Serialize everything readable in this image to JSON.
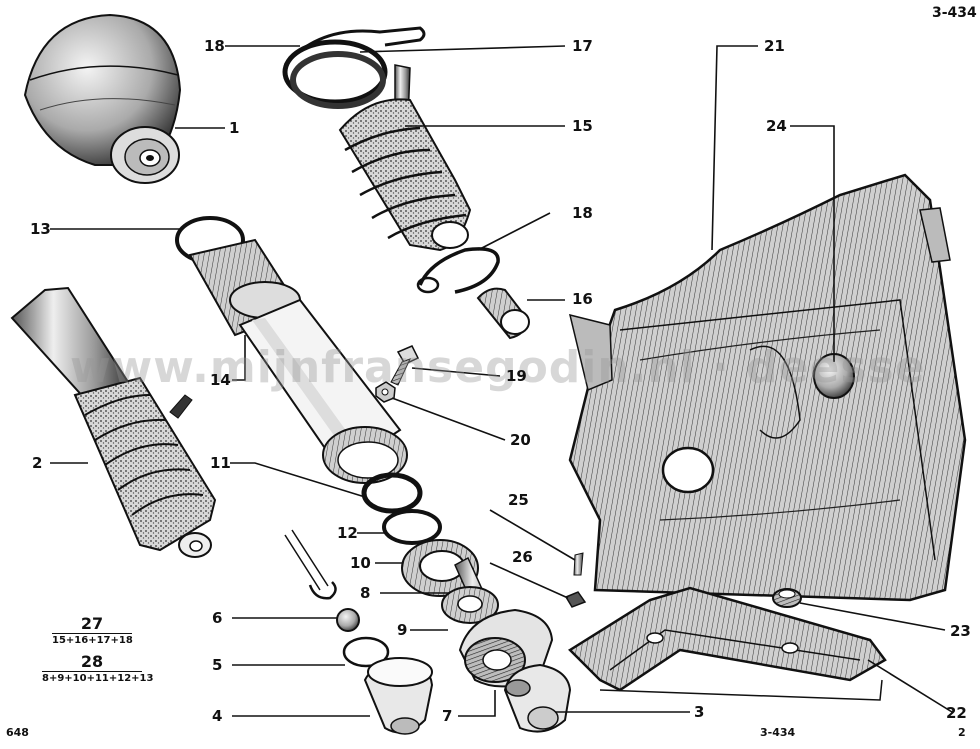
{
  "header": {
    "plate_id": "3-434"
  },
  "footer": {
    "left_code": "648",
    "center_code": "3-434",
    "right_code": "2"
  },
  "watermark": {
    "text": "www.mijnfransegodin.nl · deesse"
  },
  "callouts": [
    {
      "id": "1",
      "label": "1"
    },
    {
      "id": "2",
      "label": "2"
    },
    {
      "id": "3",
      "label": "3"
    },
    {
      "id": "4",
      "label": "4"
    },
    {
      "id": "5",
      "label": "5"
    },
    {
      "id": "6",
      "label": "6"
    },
    {
      "id": "7",
      "label": "7"
    },
    {
      "id": "8",
      "label": "8"
    },
    {
      "id": "9",
      "label": "9"
    },
    {
      "id": "10",
      "label": "10"
    },
    {
      "id": "11",
      "label": "11"
    },
    {
      "id": "12",
      "label": "12"
    },
    {
      "id": "13",
      "label": "13"
    },
    {
      "id": "14",
      "label": "14"
    },
    {
      "id": "15",
      "label": "15"
    },
    {
      "id": "16",
      "label": "16"
    },
    {
      "id": "17",
      "label": "17"
    },
    {
      "id": "18a",
      "label": "18"
    },
    {
      "id": "18b",
      "label": "18"
    },
    {
      "id": "19",
      "label": "19"
    },
    {
      "id": "20",
      "label": "20"
    },
    {
      "id": "21",
      "label": "21"
    },
    {
      "id": "22",
      "label": "22"
    },
    {
      "id": "23",
      "label": "23"
    },
    {
      "id": "24",
      "label": "24"
    },
    {
      "id": "25",
      "label": "25"
    },
    {
      "id": "26",
      "label": "26"
    }
  ],
  "assemblies": [
    {
      "number": "27",
      "composition": "15+16+17+18"
    },
    {
      "number": "28",
      "composition": "8+9+10+11+12+13"
    }
  ]
}
